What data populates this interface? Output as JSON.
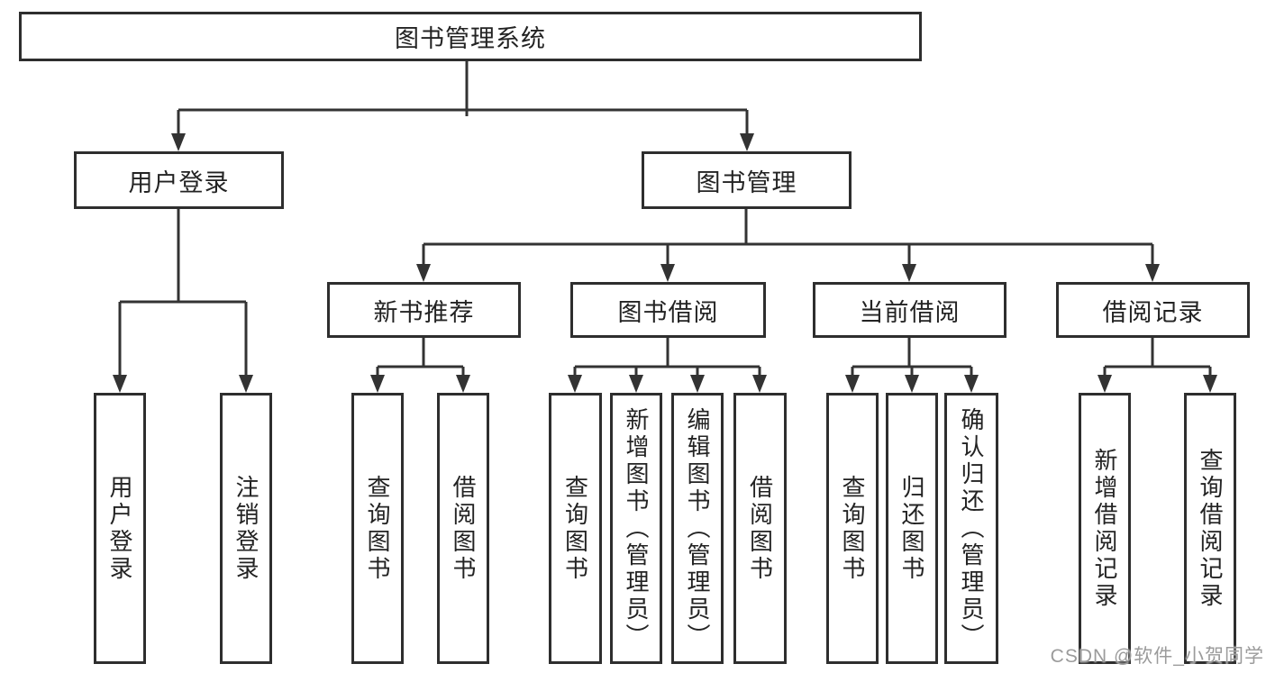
{
  "diagram": {
    "watermark": "CSDN @软件_小贺同学",
    "colors": {
      "background": "#ffffff",
      "box_border": "#2e2e2e",
      "connector_line": "#333333",
      "text": "#232323",
      "watermark": "#9b9b9b"
    },
    "tree": {
      "root": {
        "label": "图书管理系统",
        "children": [
          {
            "label": "用户登录",
            "children": [
              {
                "label": "用户登录"
              },
              {
                "label": "注销登录"
              }
            ]
          },
          {
            "label": "图书管理",
            "children": [
              {
                "label": "新书推荐",
                "children": [
                  {
                    "label": "查询图书"
                  },
                  {
                    "label": "借阅图书"
                  }
                ]
              },
              {
                "label": "图书借阅",
                "children": [
                  {
                    "label": "查询图书"
                  },
                  {
                    "label": "新增图书（管理员）"
                  },
                  {
                    "label": "编辑图书（管理员）"
                  },
                  {
                    "label": "借阅图书"
                  }
                ]
              },
              {
                "label": "当前借阅",
                "children": [
                  {
                    "label": "查询图书"
                  },
                  {
                    "label": "归还图书"
                  },
                  {
                    "label": "确认归还（管理员）"
                  }
                ]
              },
              {
                "label": "借阅记录",
                "children": [
                  {
                    "label": "新增借阅记录"
                  },
                  {
                    "label": "查询借阅记录"
                  }
                ]
              }
            ]
          }
        ]
      }
    }
  }
}
